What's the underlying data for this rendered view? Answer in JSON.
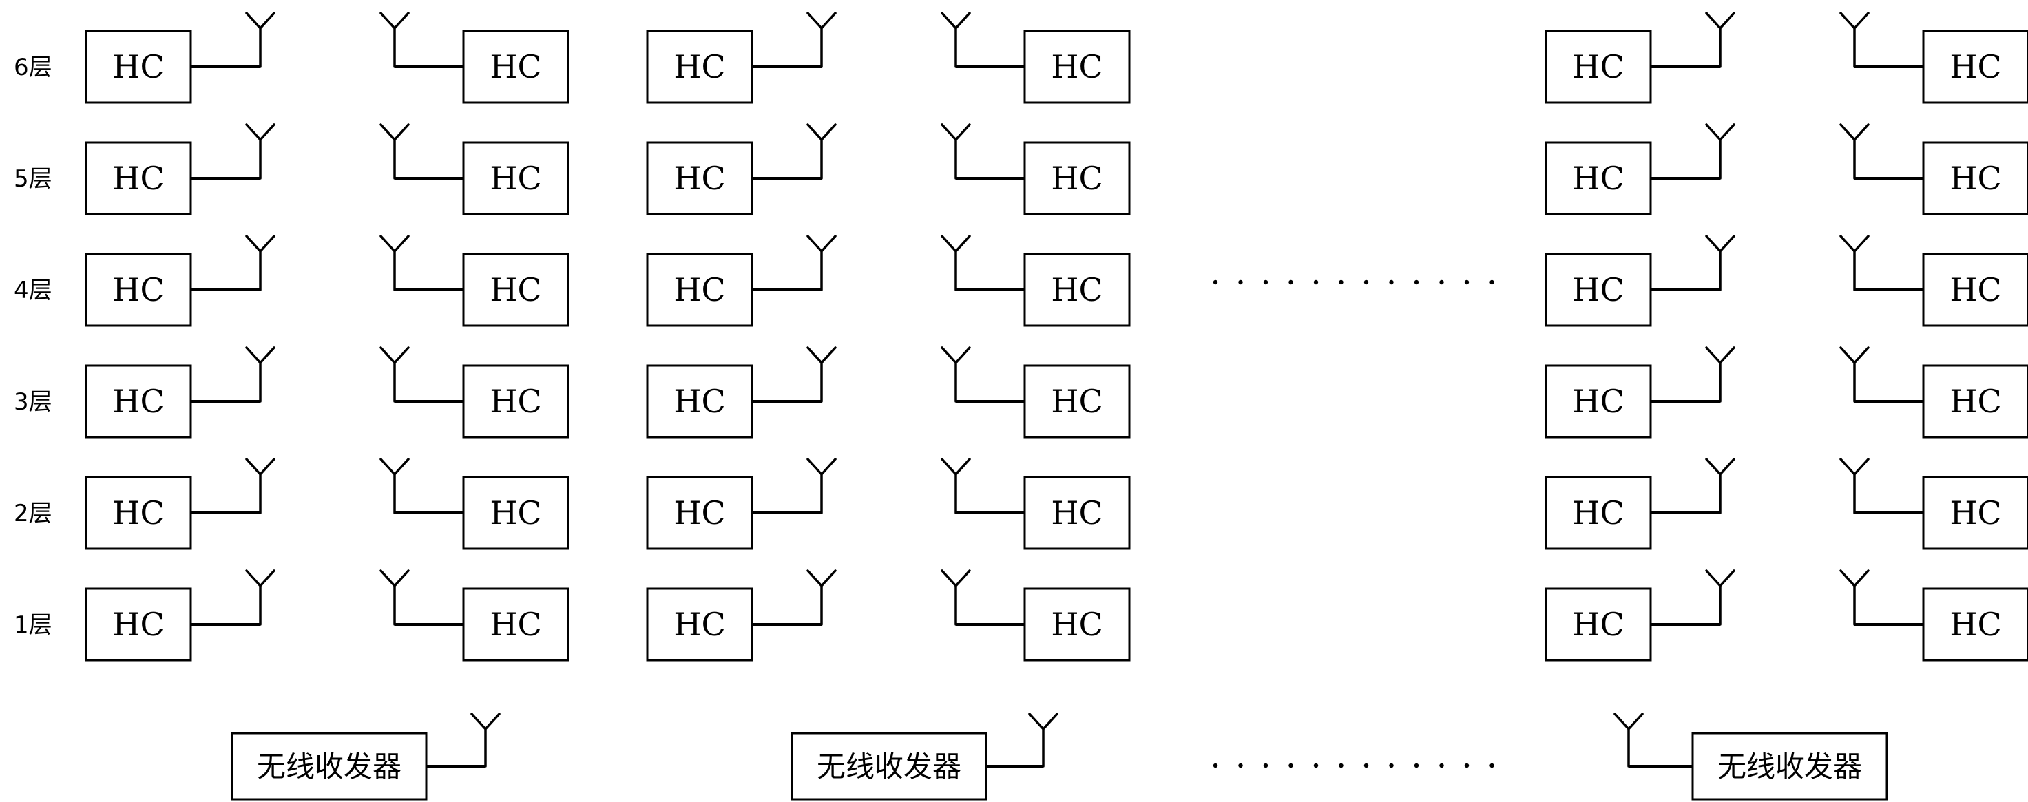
{
  "floors": [
    "6层",
    "5层",
    "4层",
    "3层",
    "2层",
    "1层"
  ],
  "hc_label": "HC",
  "transceiver_label": "无线收发器",
  "ellipsis": "· · · · · · · · · · · ·",
  "unit_groups": 3,
  "units_per_group": 2,
  "transceivers": 3
}
